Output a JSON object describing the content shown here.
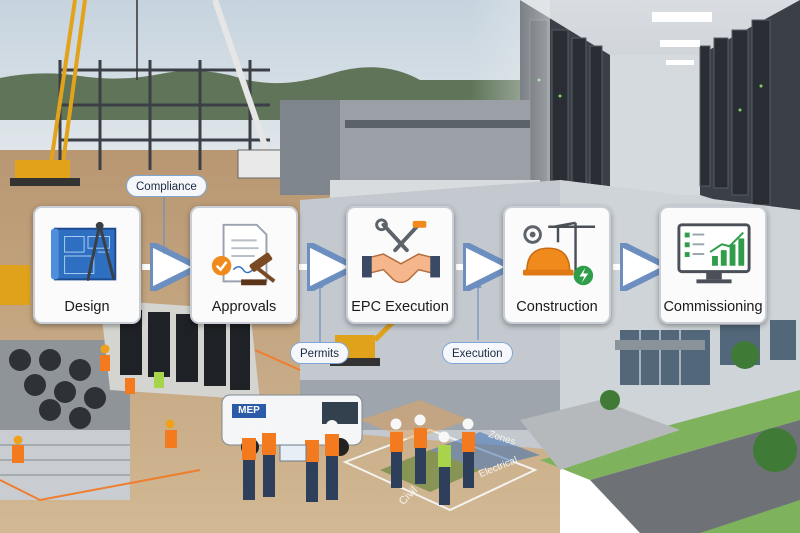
{
  "stages": [
    {
      "label": "Design",
      "icon": "blueprint-compass-icon"
    },
    {
      "label": "Approvals",
      "icon": "document-gavel-icon"
    },
    {
      "label": "EPC Execution",
      "icon": "handshake-tools-icon"
    },
    {
      "label": "Construction",
      "icon": "hardhat-crane-icon"
    },
    {
      "label": "Commissioning",
      "icon": "monitor-chart-icon"
    }
  ],
  "callouts": {
    "compliance": "Compliance",
    "permits": "Permits",
    "execution": "Execution"
  },
  "signage": {
    "van_brand": "MEP",
    "zone_civil": "Civil",
    "zone_electrical": "Electrical",
    "zone_zones": "Zones"
  },
  "colors": {
    "arrow": "#6d8fbf",
    "callout_border": "#7fa7d6",
    "card_border": "#c9ced6",
    "hardhat": "#f08a1c",
    "vest": "#f47a20",
    "chart_green": "#2f9d4a"
  }
}
